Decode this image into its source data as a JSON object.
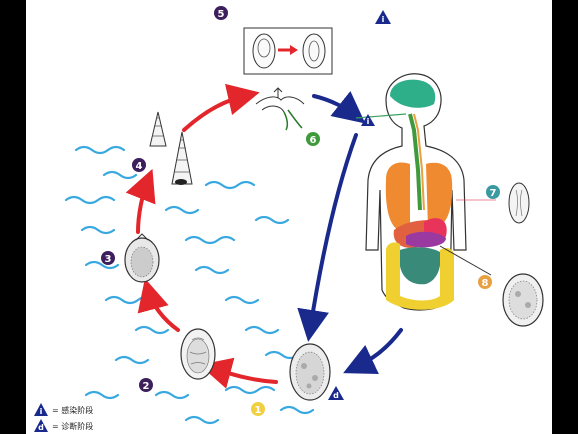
{
  "colors": {
    "red_arrow": "#e3262b",
    "blue_arrow": "#1a2a8c",
    "water": "#3aa8e0",
    "purple_badge": "#3d1f5c",
    "green_badge": "#3f9a3c",
    "teal_badge": "#3a9aa0",
    "orange_badge": "#e8a040",
    "yellow_badge": "#f0d040",
    "stage_marker": "#1a2a8c"
  },
  "steps": {
    "s1": "1",
    "s2": "2",
    "s3": "3",
    "s4": "4",
    "s5": "5",
    "s6": "6",
    "s7": "7",
    "s8": "8"
  },
  "markers": {
    "infective": "i",
    "diagnostic": "d"
  },
  "legend": {
    "infective_label": "= 感染阶段",
    "diagnostic_label": "= 诊断阶段"
  }
}
